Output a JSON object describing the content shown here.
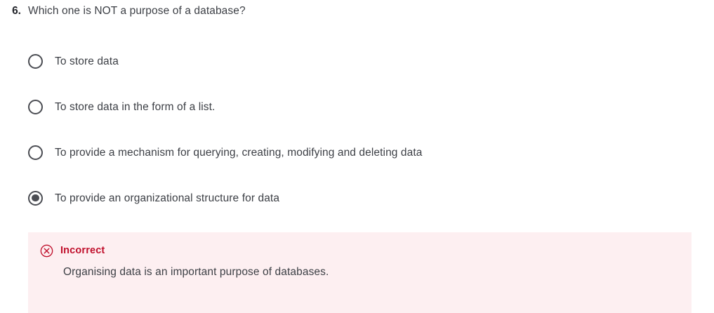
{
  "question": {
    "number": "6.",
    "text": "Which one is NOT a purpose of a database?"
  },
  "options": [
    {
      "label": "To store data",
      "selected": false
    },
    {
      "label": "To store data in the form of a list.",
      "selected": false
    },
    {
      "label": "To provide a mechanism for querying, creating, modifying and deleting data",
      "selected": false
    },
    {
      "label": "To provide an organizational structure for data",
      "selected": true
    }
  ],
  "feedback": {
    "icon": "circle-x-icon",
    "title": "Incorrect",
    "body": "Organising data is an important purpose of databases.",
    "accent_color": "#c0102c",
    "background_color": "#fdeff1"
  }
}
